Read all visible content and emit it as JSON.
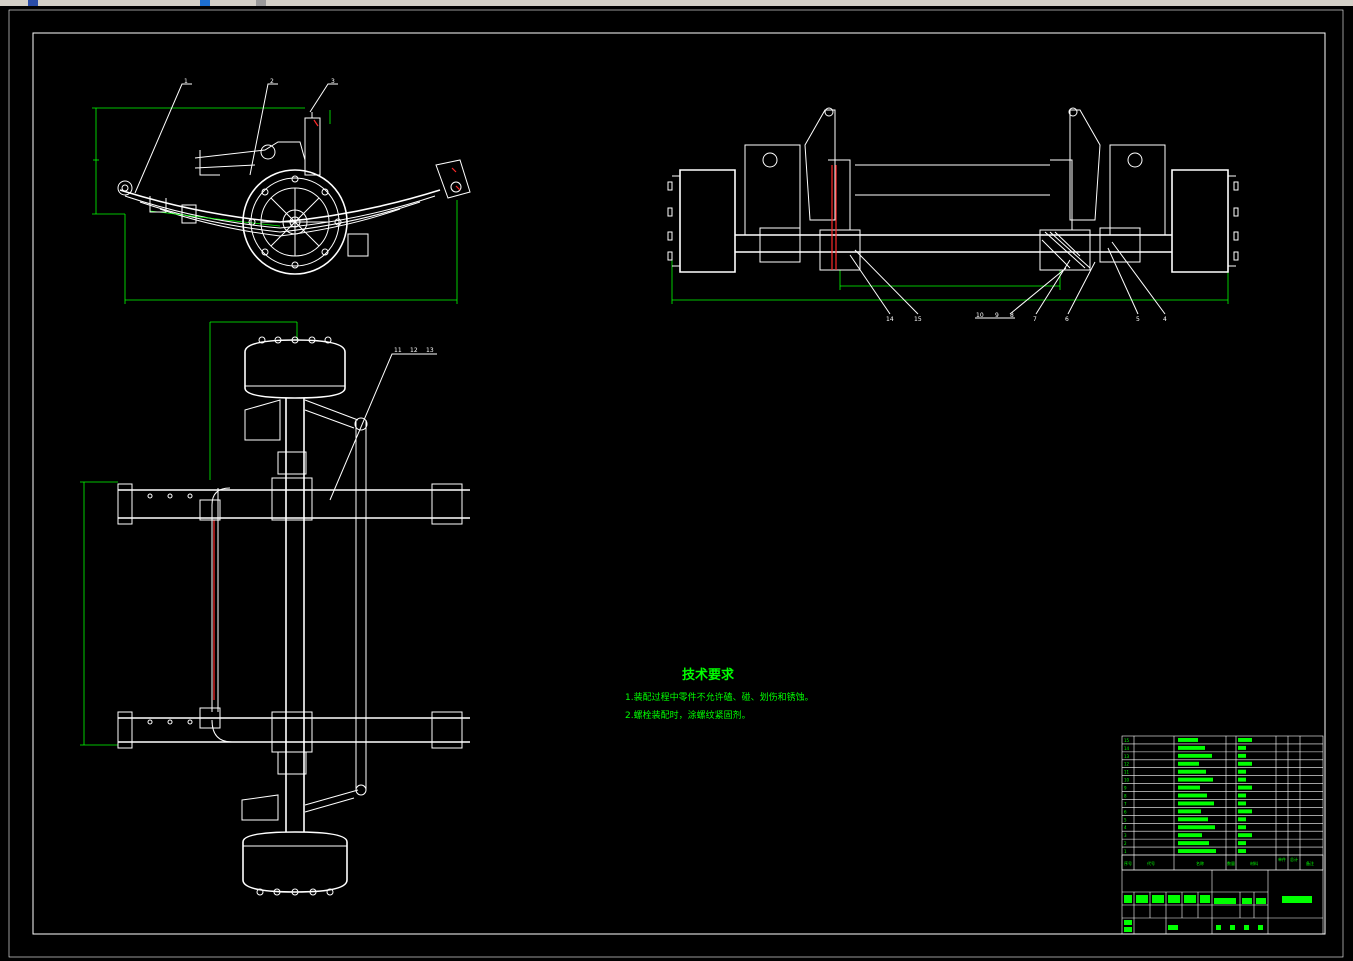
{
  "drawing": {
    "colors": {
      "background": "#000000",
      "linework": "#ffffff",
      "dimension": "#00ff00",
      "highlight": "#ff2a2a"
    },
    "front_view_balloons": [
      "1",
      "2",
      "3"
    ],
    "top_view_balloons": [
      "11",
      "12",
      "13"
    ],
    "side_view_balloons": [
      "14",
      "15",
      "10",
      "9",
      "8",
      "7",
      "6",
      "5",
      "4"
    ],
    "technical_requirements": {
      "title": "技术要求",
      "items": [
        "1.装配过程中零件不允许磕、碰、划伤和锈蚀。",
        "2.螺栓装配时，涂螺纹紧固剂。"
      ]
    },
    "parts_list": {
      "row_numbers": [
        "15",
        "14",
        "13",
        "12",
        "11",
        "10",
        "9",
        "8",
        "7",
        "6",
        "5",
        "4",
        "3",
        "2",
        "1"
      ],
      "header": [
        "序号",
        "代号",
        "名称",
        "数量",
        "材料",
        "单件",
        "总计",
        "备注"
      ]
    }
  }
}
